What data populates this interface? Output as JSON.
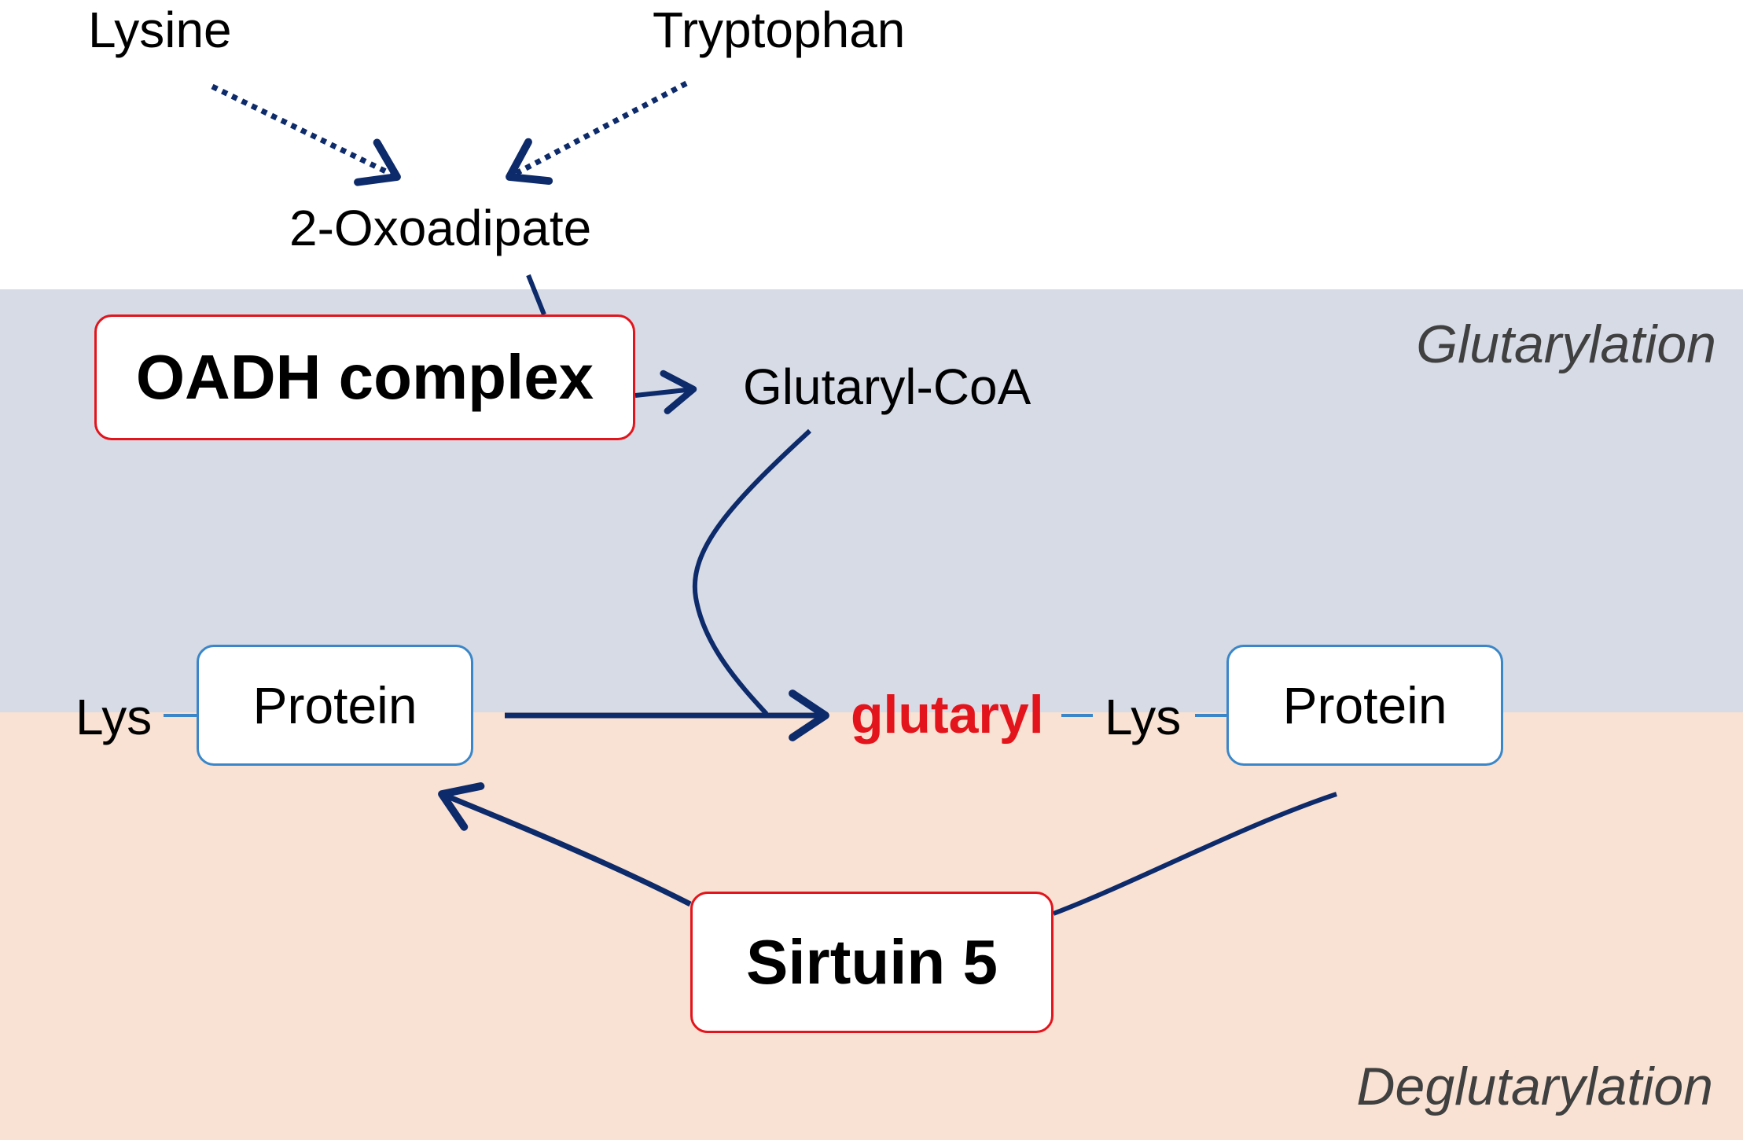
{
  "precursors": {
    "lysine": "Lysine",
    "tryptophan": "Tryptophan"
  },
  "intermediate": "2-Oxoadipate",
  "enzymes": {
    "oadh": "OADH complex",
    "sirt5": "Sirtuin 5"
  },
  "metabolite": "Glutaryl-CoA",
  "regions": {
    "top": "Glutarylation",
    "bottom": "Deglutarylation"
  },
  "substrate": {
    "lys": "Lys",
    "protein": "Protein"
  },
  "product": {
    "modification": "glutaryl",
    "lys": "Lys",
    "protein": "Protein"
  },
  "colors": {
    "arrow": "#0d2a6a",
    "enzyme_border": "#e3141b",
    "protein_border": "#3a86c8",
    "glutaryl_text": "#e3141b",
    "band_top": "#d6dbe6",
    "band_bottom": "#f9e2d3"
  }
}
